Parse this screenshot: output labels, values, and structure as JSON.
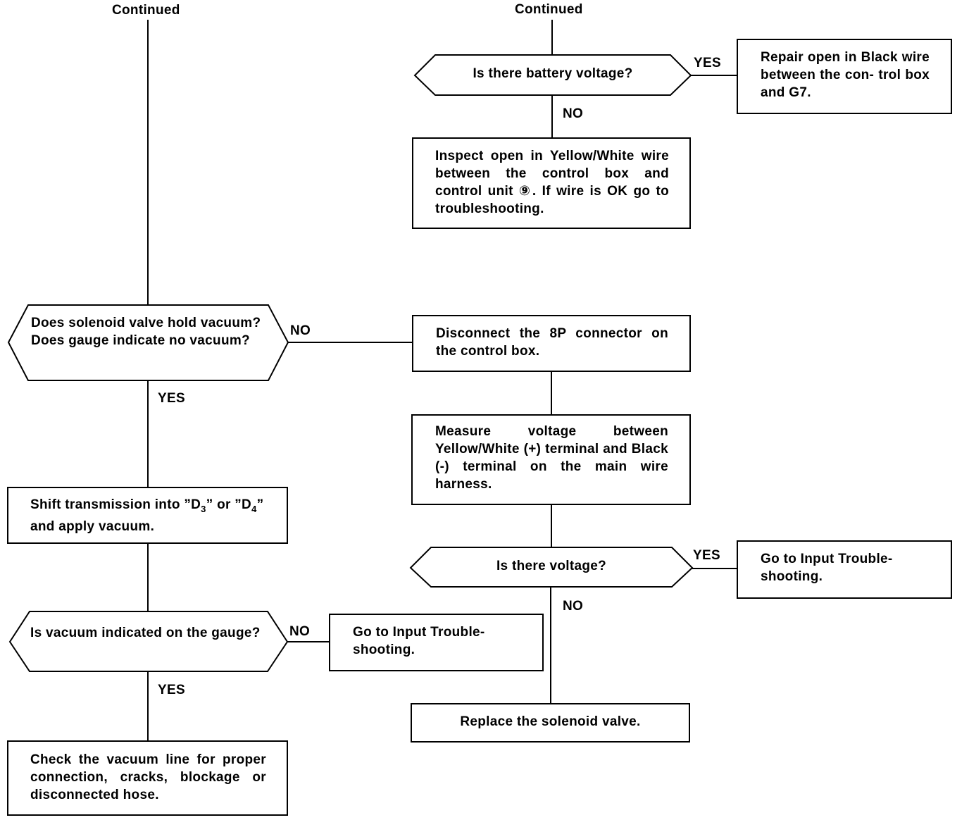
{
  "labels": {
    "continued_left": "Continued",
    "continued_right": "Continued",
    "yes": "YES",
    "no": "NO"
  },
  "nodes": {
    "battery_voltage_q": "Is there battery voltage?",
    "repair_open_black": "Repair open in Black wire between the con- trol box and G7.",
    "inspect_open_yw": "Inspect open in Yellow/White wire between the control box and control unit ⑨. If wire is OK go to troubleshooting.",
    "solenoid_q_line1": "Does solenoid valve hold vacuum?",
    "solenoid_q_line2": "Does gauge indicate no vacuum?",
    "disconnect_8p": "Disconnect the 8P connector on the control box.",
    "measure_voltage": "Measure voltage between Yellow/White (+) terminal and Black (-) terminal on the main wire harness.",
    "shift_prefix": "Shift transmission into ”D",
    "shift_sub1": "3",
    "shift_mid": "” or ”D",
    "shift_sub2": "4",
    "shift_suffix": "” and apply vacuum.",
    "voltage_q": "Is there voltage?",
    "go_input_right": "Go to Input Trouble- shooting.",
    "vacuum_indicated_q": "Is vacuum indicated on the gauge?",
    "go_input_left": "Go to Input Trouble- shooting.",
    "replace_solenoid": "Replace the solenoid valve.",
    "check_vacuum_line": "Check the vacuum line for proper connection, cracks, blockage or disconnected hose."
  }
}
